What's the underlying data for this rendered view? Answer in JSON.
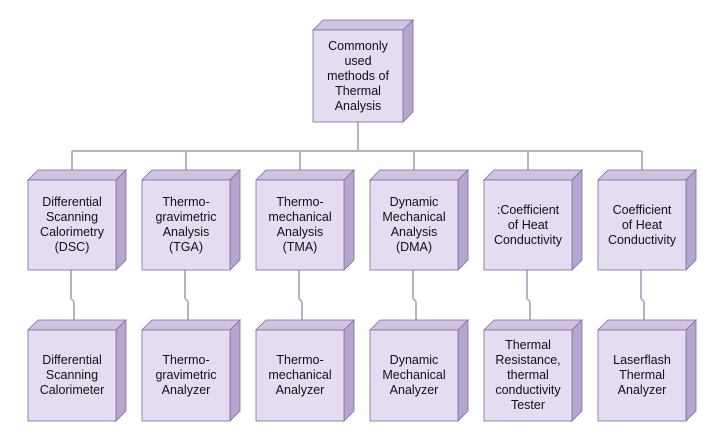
{
  "colors": {
    "box_front": "#e4dcf0",
    "box_side": "#b6a6cf",
    "box_top": "#cfc3e1",
    "box_edge": "#7e6b9e",
    "connector": "#b8b0c4"
  },
  "root": {
    "label": "Commonly\nused\nmethods of\nThermal\nAnalysis"
  },
  "methods": [
    {
      "label": "Differential\nScanning\nCalorimetry\n(DSC)"
    },
    {
      "label": "Thermo-\ngravimetric\nAnalysis\n(TGA)"
    },
    {
      "label": "Thermo-\nmechanical\nAnalysis\n(TMA)"
    },
    {
      "label": "Dynamic\nMechanical\nAnalysis\n(DMA)"
    },
    {
      "label": ":Coefficient\nof Heat\nConductivity"
    },
    {
      "label": "Coefficient\nof Heat\nConductivity"
    }
  ],
  "instruments": [
    {
      "label": "Differential\nScanning\nCalorimeter"
    },
    {
      "label": "Thermo-\ngravimetric\nAnalyzer"
    },
    {
      "label": "Thermo-\nmechanical\nAnalyzer"
    },
    {
      "label": "Dynamic\nMechanical\nAnalyzer"
    },
    {
      "label": "Thermal\nResistance,\nthermal\nconductivity\nTester"
    },
    {
      "label": "Laserflash\nThermal\nAnalyzer"
    }
  ]
}
